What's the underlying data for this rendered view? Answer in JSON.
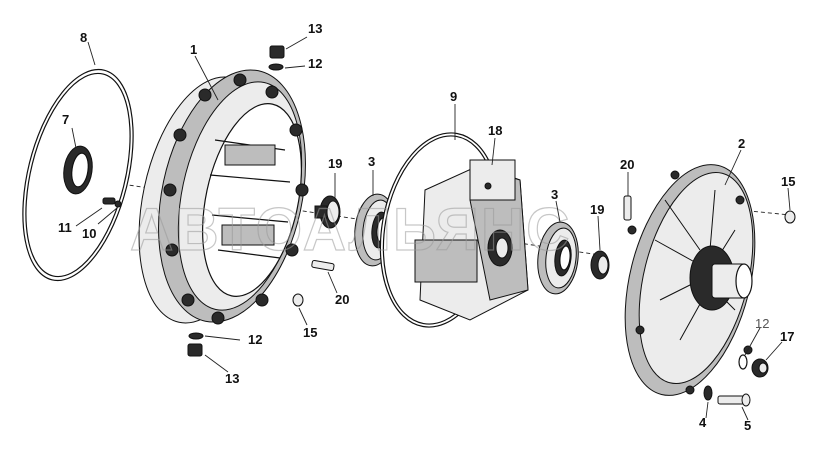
{
  "callouts": {
    "c1": "1",
    "c2": "2",
    "c3a": "3",
    "c3b": "3",
    "c4": "4",
    "c5": "5",
    "c7": "7",
    "c8": "8",
    "c9": "9",
    "c10": "10",
    "c11": "11",
    "c12a": "12",
    "c12b": "12",
    "c12c": "12",
    "c13a": "13",
    "c13b": "13",
    "c15a": "15",
    "c15b": "15",
    "c17": "17",
    "c18": "18",
    "c19a": "19",
    "c19b": "19",
    "c20a": "20",
    "c20b": "20"
  },
  "watermark": "АВТОАЛЬЯНС"
}
